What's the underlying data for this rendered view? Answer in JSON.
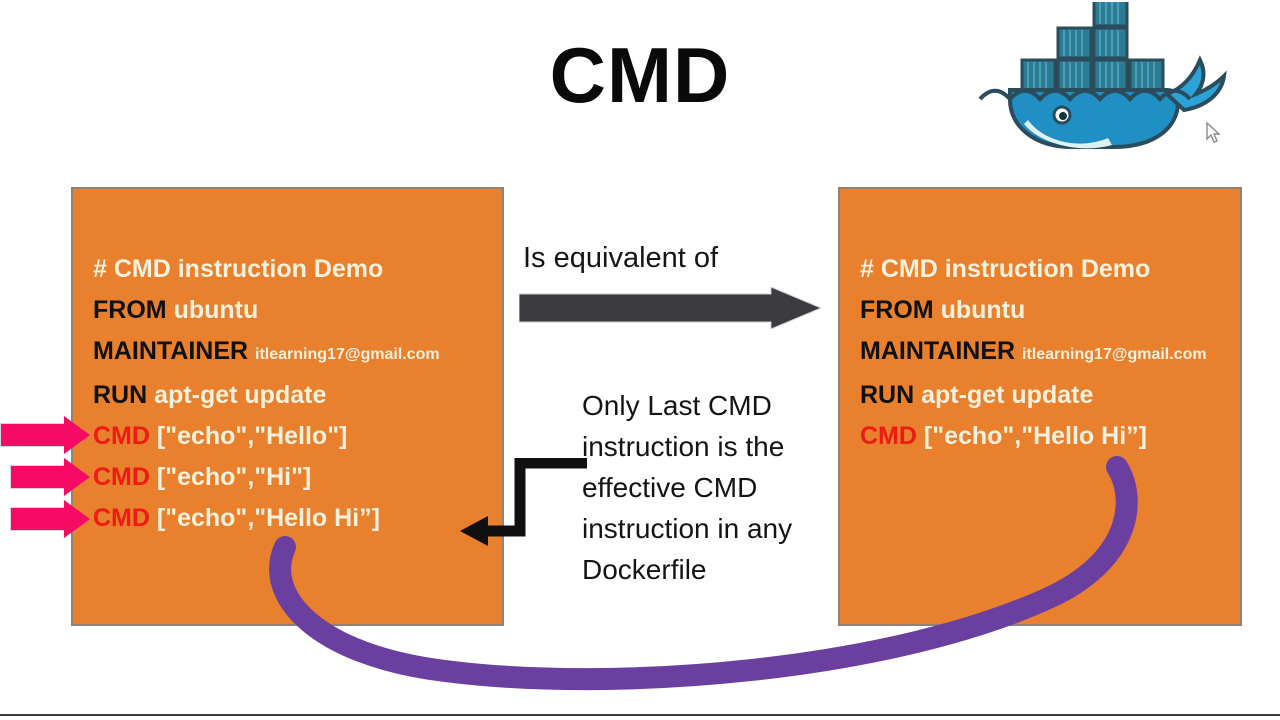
{
  "slide": {
    "title": "CMD",
    "logo_name": "docker-whale-logo",
    "cursor_name": "mouse-pointer"
  },
  "left_panel": {
    "name": "dockerfile-left",
    "lines": [
      {
        "type": "comment",
        "comment": "# CMD instruction  Demo"
      },
      {
        "type": "kw",
        "keyword": "FROM",
        "arg": "ubuntu"
      },
      {
        "type": "maintainer",
        "keyword": "MAINTAINER",
        "email": "itlearning17@gmail.com"
      },
      {
        "type": "kw",
        "keyword": "RUN",
        "arg": "apt-get update"
      },
      {
        "type": "cmd",
        "keyword": "CMD",
        "arg": "[\"echo\",\"Hello\"]"
      },
      {
        "type": "cmd",
        "keyword": "CMD",
        "arg": "[\"echo\",\"Hi\"]"
      },
      {
        "type": "cmd",
        "keyword": "CMD",
        "arg": "[\"echo\",\"Hello Hi”]"
      }
    ]
  },
  "right_panel": {
    "name": "dockerfile-right",
    "lines": [
      {
        "type": "comment",
        "comment": "# CMD instruction  Demo"
      },
      {
        "type": "kw",
        "keyword": "FROM",
        "arg": "ubuntu"
      },
      {
        "type": "maintainer",
        "keyword": "MAINTAINER",
        "email": "itlearning17@gmail.com"
      },
      {
        "type": "kw",
        "keyword": "RUN",
        "arg": "apt-get update"
      },
      {
        "type": "cmd",
        "keyword": "CMD",
        "arg": "[\"echo\",\"Hello Hi”]"
      }
    ]
  },
  "middle": {
    "equivalent_label": "Is equivalent of",
    "note": "Only Last CMD instruction is the effective CMD instruction in any Dockerfile"
  },
  "annotations": {
    "pink_arrow_1": "points-to-cmd-hello",
    "pink_arrow_2": "points-to-cmd-hi",
    "pink_arrow_3": "points-to-cmd-hello-hi",
    "gray_arrow": "equivalence-arrow",
    "elbow_arrow": "note-callout-arrow",
    "purple_arc": "last-cmd-link-arc"
  },
  "colors": {
    "panel_fill": "#E8802E",
    "panel_border": "#8E8279",
    "cmd_red": "#EC1C12",
    "code_cream": "#F6F1DC",
    "keyword_black": "#111111",
    "pink": "#F50A64",
    "gray_arrow": "#3A3A3F",
    "purple": "#6B3FA0",
    "title_black": "#0A0A0A"
  }
}
